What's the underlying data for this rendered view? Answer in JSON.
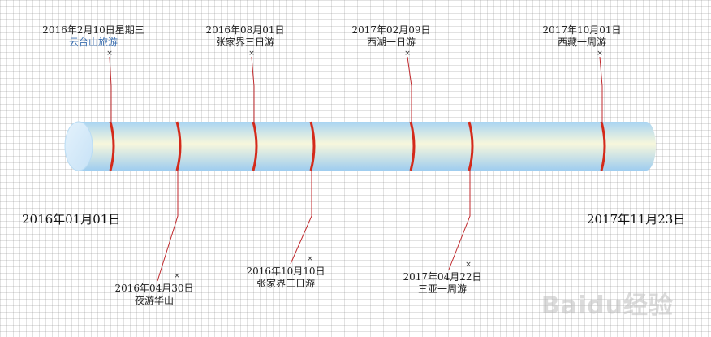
{
  "timeline": {
    "start_date": "2016年01月01日",
    "end_date": "2017年11月23日",
    "events": [
      {
        "date": "2016年2月10日星期三",
        "title": "云台山旅游",
        "position": "above",
        "highlight": true
      },
      {
        "date": "2016年04月30日",
        "title": "夜游华山",
        "position": "below",
        "highlight": false
      },
      {
        "date": "2016年08月01日",
        "title": "张家界三日游",
        "position": "above",
        "highlight": false
      },
      {
        "date": "2016年10月10日",
        "title": "张家界三日游",
        "position": "below",
        "highlight": false
      },
      {
        "date": "2017年02月09日",
        "title": "西湖一日游",
        "position": "above",
        "highlight": false
      },
      {
        "date": "2017年04月22日",
        "title": "三亚一周游",
        "position": "below",
        "highlight": false
      },
      {
        "date": "2017年10月01日",
        "title": "西藏一周游",
        "position": "above",
        "highlight": false
      }
    ]
  },
  "colors": {
    "tube_light": "#f7f7dc",
    "tube_blue": "#a9d4f2",
    "ring": "#d42a1a",
    "leader": "#c0292d",
    "highlight_text": "#3b6fb0"
  },
  "icons": {
    "marker": "x-marker-icon"
  },
  "watermark": "Baidu经验"
}
